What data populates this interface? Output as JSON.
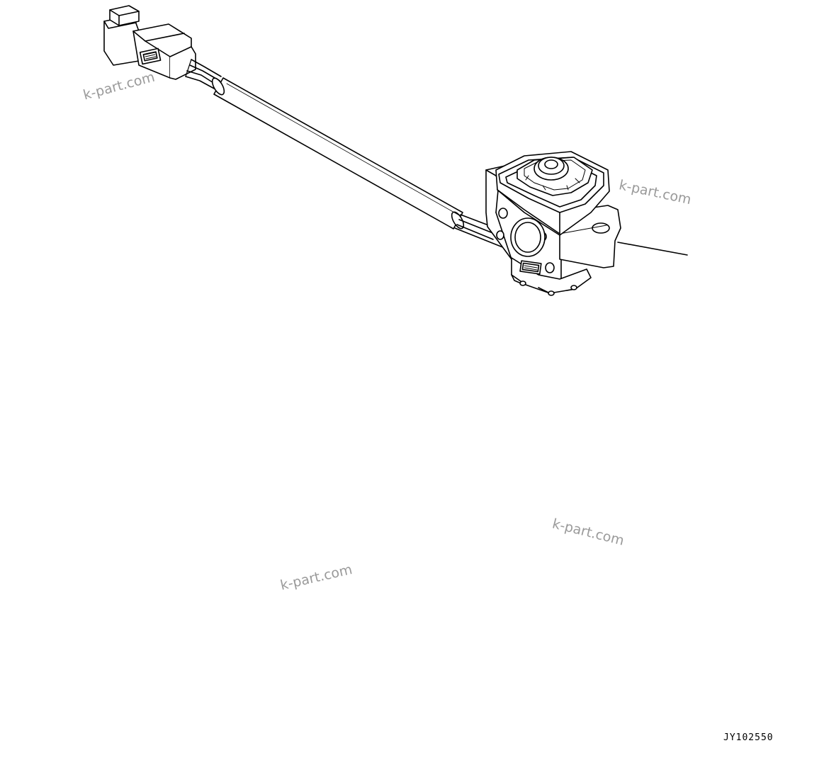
{
  "watermarks": [
    "k-part.com",
    "k-part.com",
    "k-part.com",
    "k-part.com"
  ],
  "drawing_id": "JY102550",
  "colors": {
    "line": "#000000",
    "watermark": "#9a9a9a",
    "background": "#ffffff"
  }
}
